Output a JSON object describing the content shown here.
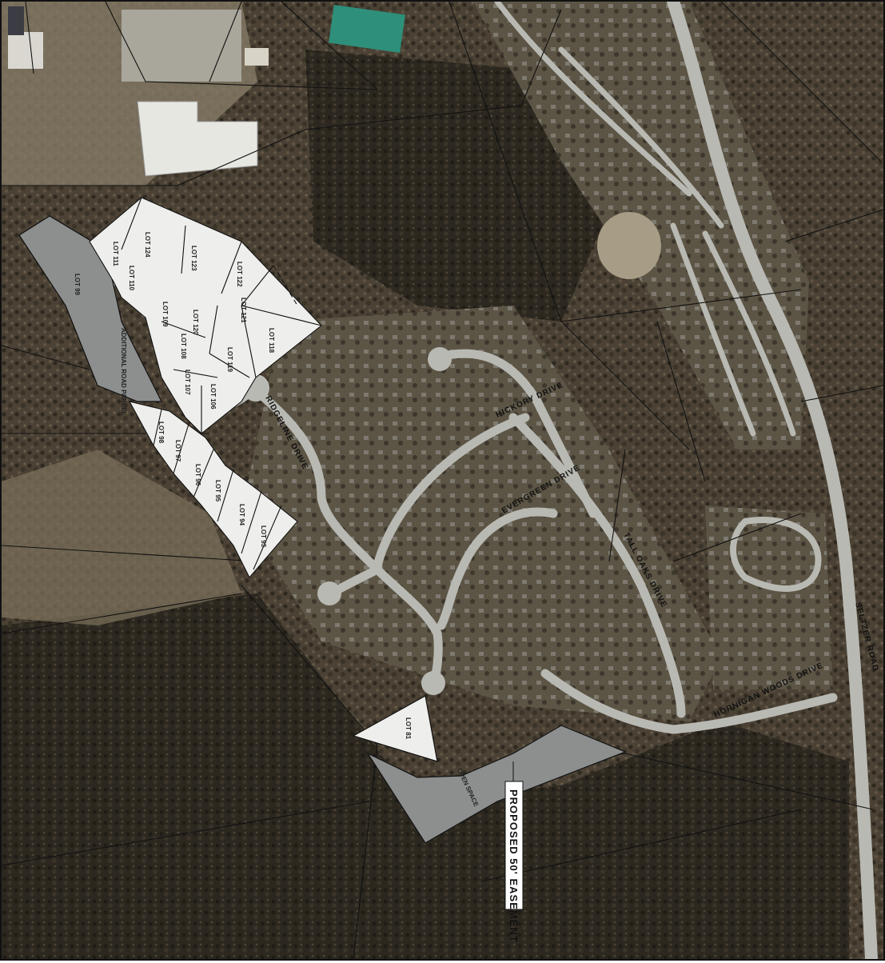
{
  "map": {
    "colors": {
      "terrain": "#4e4538",
      "forest_dark": "#2f2a22",
      "forest_mid": "#5a5043",
      "clearing": "#8b8068",
      "road": "#b9b9b3",
      "lot_fill": "#eeeeec",
      "open_space": "#8d8f8f",
      "boundary": "#111111",
      "building_roof": "#e7e7e2",
      "pond": "#2e8f7a"
    },
    "lots": [
      {
        "id": "lot-111",
        "label": "LOT 111"
      },
      {
        "id": "lot-124",
        "label": "LOT 124"
      },
      {
        "id": "lot-123",
        "label": "LOT 123"
      },
      {
        "id": "lot-122",
        "label": "LOT 122"
      },
      {
        "id": "lot-110",
        "label": "LOT 110"
      },
      {
        "id": "lot-109",
        "label": "LOT 109"
      },
      {
        "id": "lot-120",
        "label": "LOT 120"
      },
      {
        "id": "lot-121",
        "label": "LOT 121"
      },
      {
        "id": "lot-118",
        "label": "LOT 118"
      },
      {
        "id": "lot-108",
        "label": "LOT 108"
      },
      {
        "id": "lot-119",
        "label": "LOT 119"
      },
      {
        "id": "lot-107",
        "label": "LOT 107"
      },
      {
        "id": "lot-106",
        "label": "LOT 106"
      },
      {
        "id": "lot-99",
        "label": "LOT 99"
      },
      {
        "id": "lot-98",
        "label": "LOT 98"
      },
      {
        "id": "lot-97",
        "label": "LOT 97"
      },
      {
        "id": "lot-96",
        "label": "LOT 96"
      },
      {
        "id": "lot-95",
        "label": "LOT 95"
      },
      {
        "id": "lot-94",
        "label": "LOT 94"
      },
      {
        "id": "lot-93",
        "label": "LOT 93"
      },
      {
        "id": "lot-81",
        "label": "LOT 81"
      }
    ],
    "roads": {
      "ridgeline": "RIDGELINE DRIVE",
      "hickory": "HICKORY DRIVE",
      "evergreen": "EVERGREEN DRIVE",
      "tall_oaks": "TALL OAKS DRIVE",
      "seltzer": "SELTZER ROAD",
      "hornigan": "HORNIGAN WOODS DRIVE"
    },
    "parcels": {
      "additional_road": "ADDITIONAL ROAD PARCEL",
      "open_space": "OPEN SPACE"
    },
    "easement_label": "PROPOSED 50' EASEMENT"
  }
}
